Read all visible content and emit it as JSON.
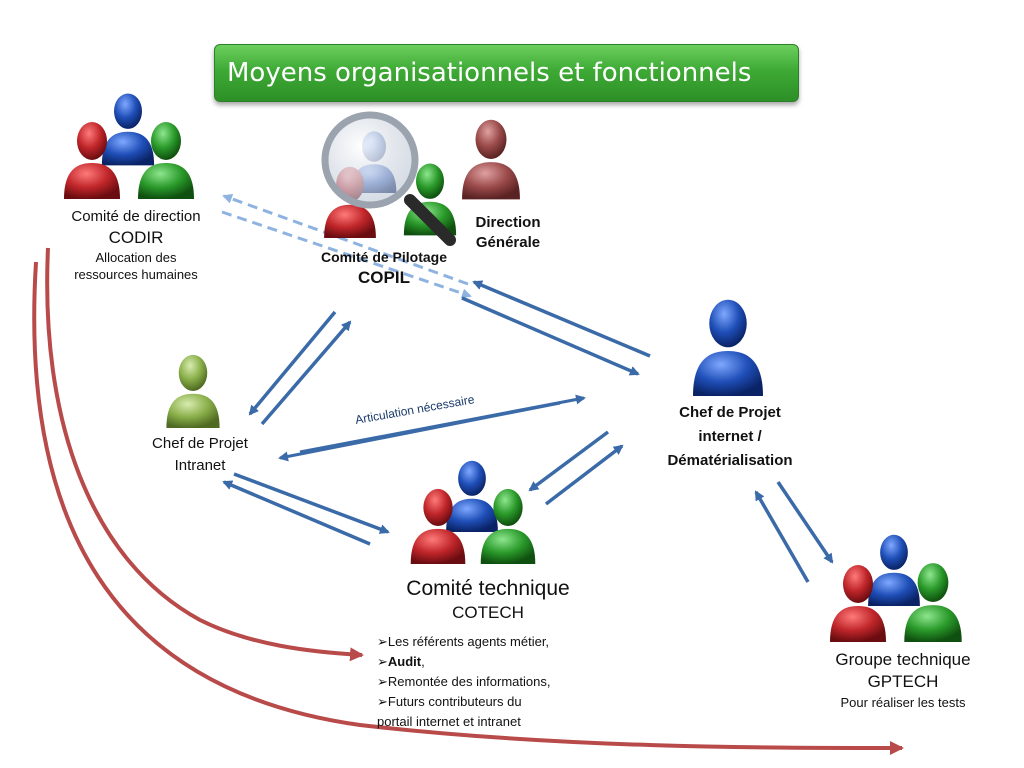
{
  "title": "Moyens organisationnels et fonctionnels",
  "codir": {
    "line1": "Comité de direction",
    "line2": "CODIR",
    "desc1": "Allocation des",
    "desc2": "ressources humaines"
  },
  "copil": {
    "line1": "Comité de Pilotage",
    "line2": "COPIL"
  },
  "direction": {
    "line1": "Direction",
    "line2": "Générale"
  },
  "cp_internet": {
    "line1": "Chef de Projet",
    "line2": "internet /",
    "line3": "Dématérialisation"
  },
  "cp_intranet": {
    "line1": "Chef de Projet",
    "line2": "Intranet"
  },
  "articulation": "Articulation nécessaire",
  "cotech": {
    "line1": "Comité technique",
    "line2": "COTECH",
    "items": [
      "Les référents agents métier,",
      "Audit",
      "Remontée des  informations,",
      "Futurs contributeurs du",
      "portail internet et intranet"
    ],
    "audit_suffix": ","
  },
  "gptech": {
    "line1": "Groupe technique",
    "line2": "GPTECH",
    "desc": "Pour réaliser les tests"
  },
  "colors": {
    "title_green": "#3eaa35",
    "arrow_blue": "#3a6aa8",
    "arrow_dashed": "#8fb3e0",
    "curve_red": "#b84a4a",
    "person_red": "#c0262a",
    "person_blue": "#1f4fb8",
    "person_green": "#2a9a2a",
    "person_olive": "#8aaf4a",
    "person_brown": "#9a4a4a"
  }
}
